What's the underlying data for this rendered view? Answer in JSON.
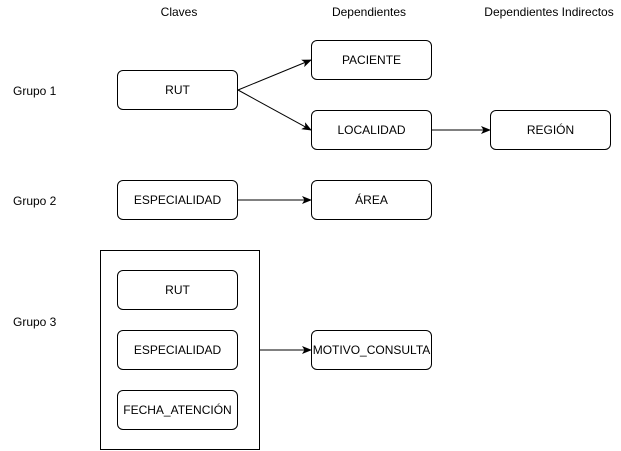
{
  "columns": {
    "keys": "Claves",
    "dependents": "Dependientes",
    "indirect": "Dependientes Indirectos"
  },
  "groups": {
    "g1": {
      "label": "Grupo 1",
      "key": "RUT",
      "dependents": [
        "PACIENTE",
        "LOCALIDAD"
      ],
      "indirect": "REGIÓN"
    },
    "g2": {
      "label": "Grupo 2",
      "key": "ESPECIALIDAD",
      "dependent": "ÁREA"
    },
    "g3": {
      "label": "Grupo 3",
      "keys": [
        "RUT",
        "ESPECIALIDAD",
        "FECHA_ATENCIÓN"
      ],
      "dependent": "MOTIVO_CONSULTA"
    }
  }
}
